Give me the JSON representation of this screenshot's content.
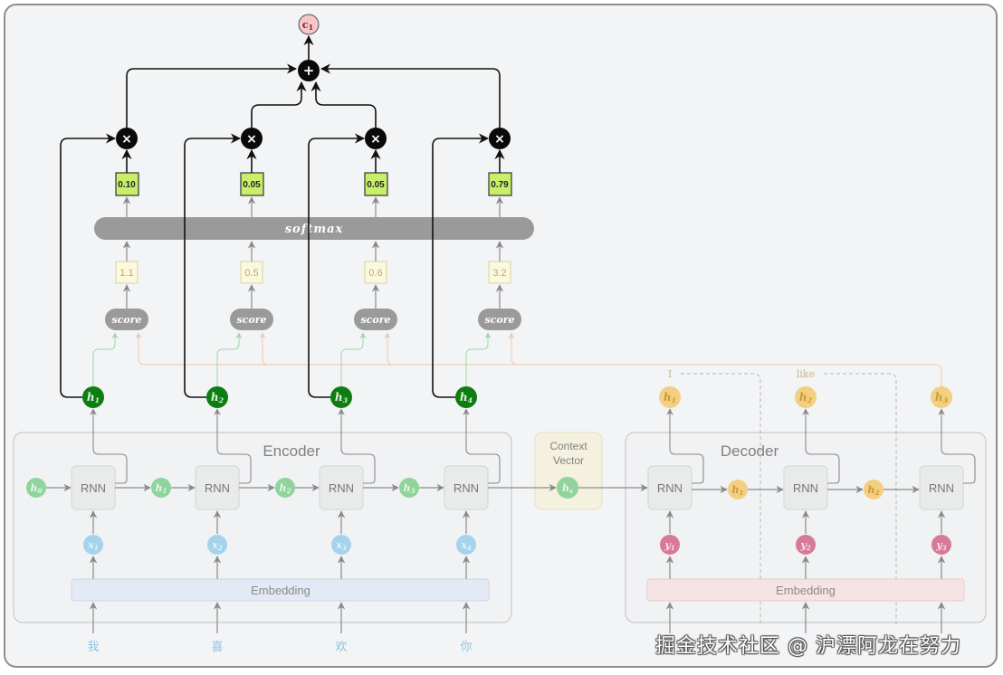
{
  "diagram": {
    "title": "Seq2Seq with Attention (Encoder-Decoder)",
    "context_output": {
      "label": "c",
      "subscript": "1"
    },
    "sum_node": {
      "symbol": "+"
    },
    "multiply_symbol": "×",
    "softmax_label": "softmax",
    "score_label": "score",
    "attention_weights": [
      "0.10",
      "0.05",
      "0.05",
      "0.79"
    ],
    "scores": [
      "1.1",
      "0.5",
      "0.6",
      "3.2"
    ],
    "encoder": {
      "label": "Encoder",
      "rnn_label": "RNN",
      "initial_state": {
        "label": "h",
        "subscript": "0"
      },
      "hidden_states": [
        {
          "label": "h",
          "subscript": "1"
        },
        {
          "label": "h",
          "subscript": "2"
        },
        {
          "label": "h",
          "subscript": "3"
        },
        {
          "label": "h",
          "subscript": "4"
        }
      ],
      "inputs": [
        {
          "label": "x",
          "subscript": "1"
        },
        {
          "label": "x",
          "subscript": "2"
        },
        {
          "label": "x",
          "subscript": "3"
        },
        {
          "label": "x",
          "subscript": "4"
        }
      ],
      "embedding_label": "Embedding",
      "tokens": [
        "我",
        "喜",
        "欢",
        "你"
      ]
    },
    "context_vector": {
      "label": "Context Vector",
      "state": {
        "label": "h",
        "subscript": "s"
      }
    },
    "decoder": {
      "label": "Decoder",
      "rnn_label": "RNN",
      "hidden_states": [
        {
          "label": "h",
          "subscript": "1"
        },
        {
          "label": "h",
          "subscript": "2"
        }
      ],
      "outputs": [
        {
          "label": "h",
          "subscript": "1"
        },
        {
          "label": "h",
          "subscript": "2"
        },
        {
          "label": "h",
          "subscript": "3"
        }
      ],
      "output_words": [
        "I",
        "like"
      ],
      "inputs": [
        {
          "label": "y",
          "subscript": "1"
        },
        {
          "label": "y",
          "subscript": "2"
        },
        {
          "label": "y",
          "subscript": "3"
        }
      ],
      "embedding_label": "Embedding"
    },
    "colors": {
      "background": "#f3f4f6",
      "frame_border": "#8e8e8e",
      "black_node": "#0a0a0a",
      "weight_box": "#c9ef6a",
      "score_box": "#fbf8dc",
      "gray_pill": "#9a9a9a",
      "encoder_hidden": "#0e7d12",
      "encoder_state": "#8fd49a",
      "encoder_input": "#a5d3ec",
      "context_box": "#f5f1df",
      "decoder_hidden": "#f3cf80",
      "decoder_input": "#d77a97",
      "context_output": "#f6c7c7",
      "encoder_embedding": "#e3e9f5",
      "decoder_embedding": "#f6e3e3",
      "orange_line": "#efc9ae",
      "green_line": "#9fd8a6"
    }
  },
  "watermark": "掘金技术社区 @ 沪漂阿龙在努力"
}
